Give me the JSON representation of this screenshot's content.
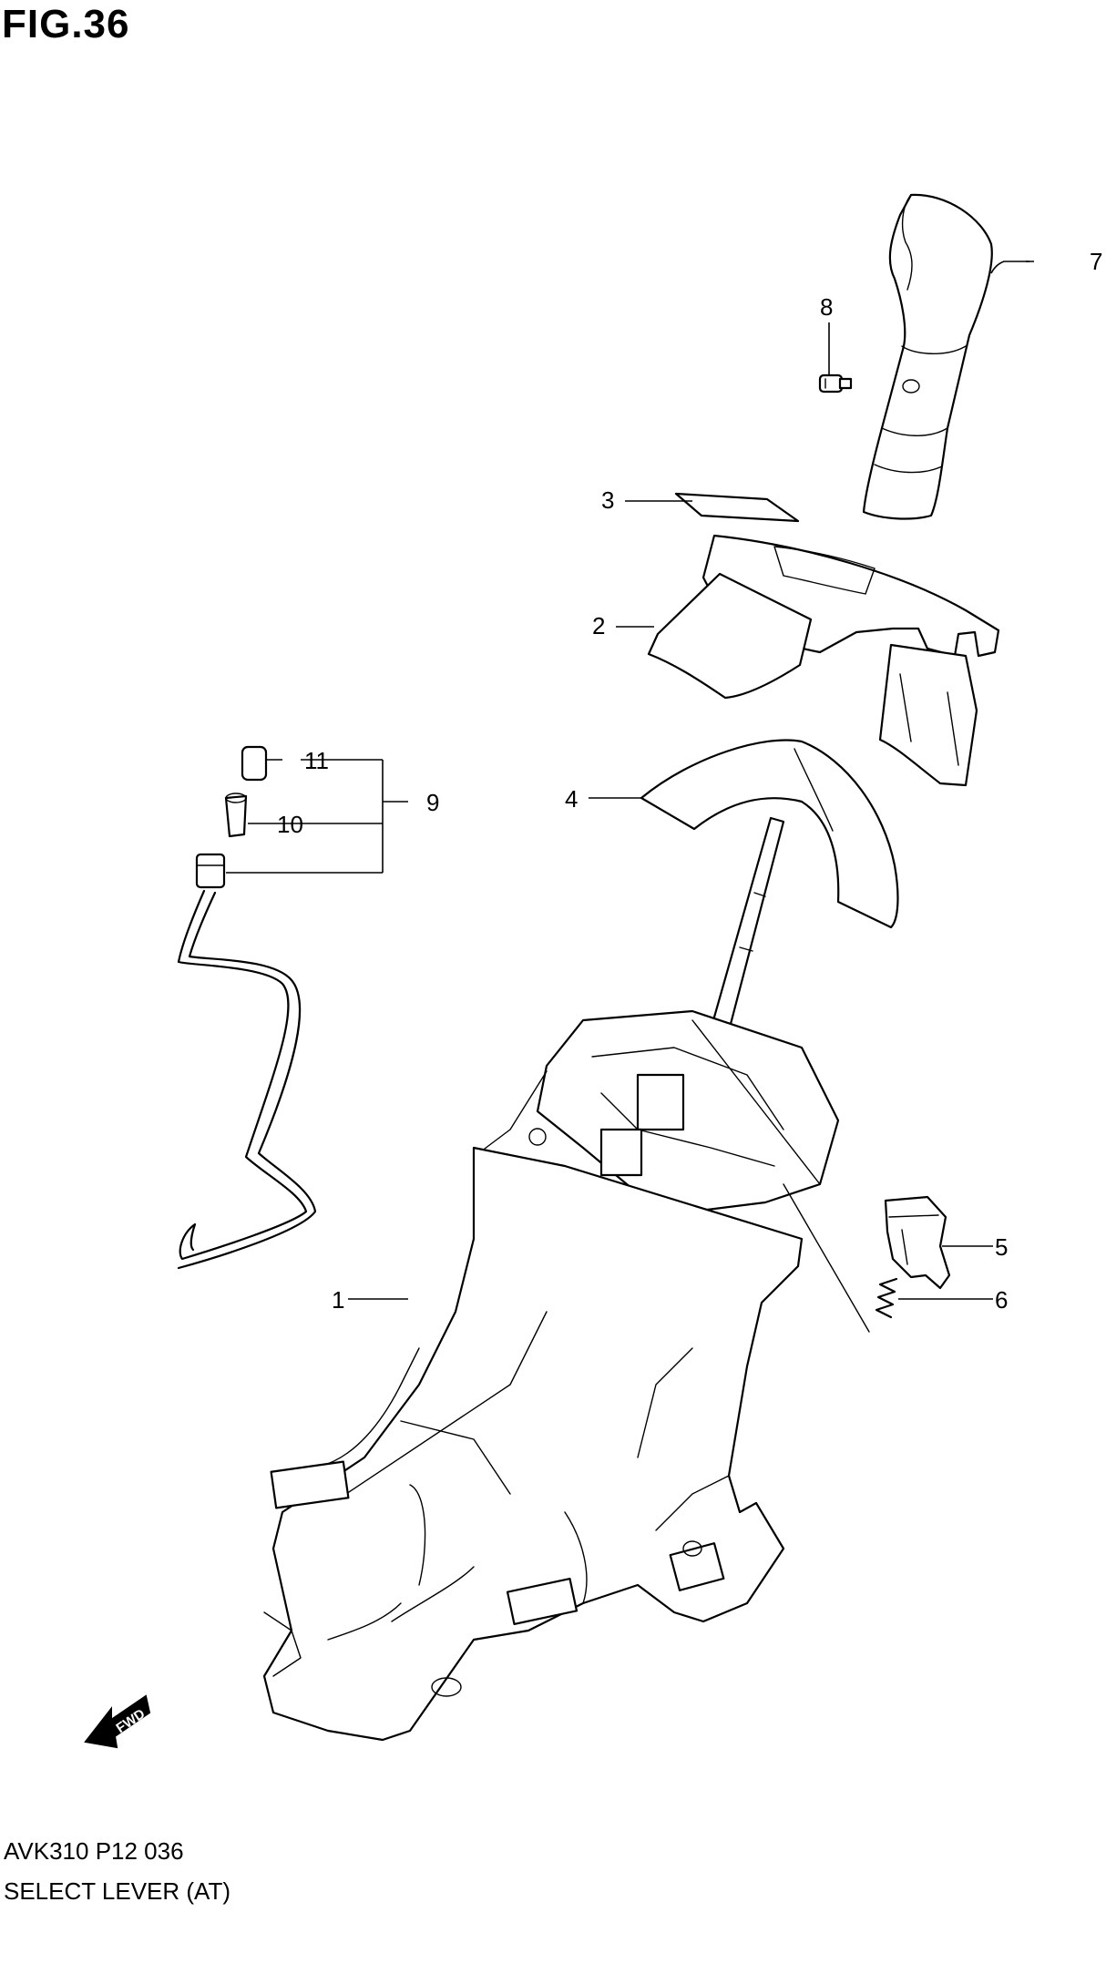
{
  "figure": {
    "title": "FIG.36"
  },
  "parts": [
    {
      "num": "1"
    },
    {
      "num": "2"
    },
    {
      "num": "3"
    },
    {
      "num": "4"
    },
    {
      "num": "5"
    },
    {
      "num": "6"
    },
    {
      "num": "7"
    },
    {
      "num": "8"
    },
    {
      "num": "9"
    },
    {
      "num": "10"
    },
    {
      "num": "11"
    }
  ],
  "direction_marker": {
    "label": "FWD"
  },
  "footer": {
    "code": "AVK310 P12 036",
    "caption": "SELECT LEVER (AT)"
  }
}
